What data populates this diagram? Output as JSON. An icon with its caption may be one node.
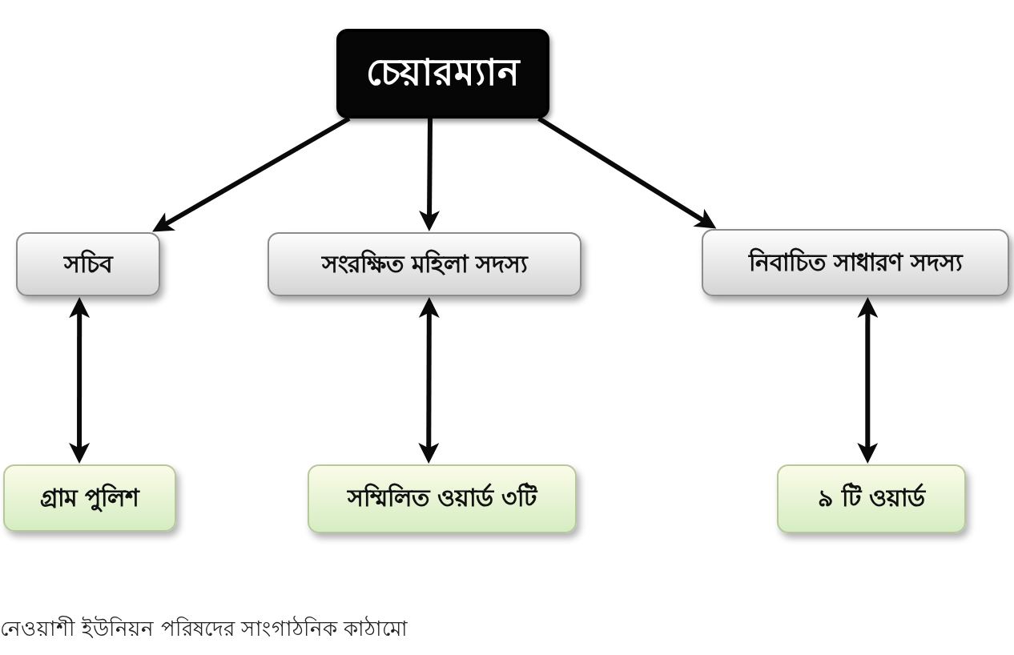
{
  "diagram": {
    "caption": "নেওয়াশী ইউনিয়ন পরিষদের সাংগাঠনিক কাঠামো",
    "nodes": [
      {
        "text": [
          "চেয়ারম্যান"
        ]
      },
      {
        "text": [
          "সচিব"
        ]
      },
      {
        "text": [
          "সংরক্ষিত মহিলা সদস্য"
        ]
      },
      {
        "text": [
          "নিবাচিত সাধারণ সদস্য"
        ]
      },
      {
        "text": [
          "গ্রাম পুলিশ"
        ]
      },
      {
        "text": [
          "সম্মিলিত ওয়ার্ড ৩টি"
        ]
      },
      {
        "text": [
          "৯ টি ওয়ার্ড"
        ]
      }
    ],
    "edges": [
      {
        "from": 0,
        "to": 1,
        "arrow": "to"
      },
      {
        "from": 0,
        "to": 2,
        "arrow": "to"
      },
      {
        "from": 0,
        "to": 3,
        "arrow": "to"
      },
      {
        "from": 1,
        "to": 4,
        "arrow": "both"
      },
      {
        "from": 2,
        "to": 5,
        "arrow": "both"
      },
      {
        "from": 3,
        "to": 6,
        "arrow": "both"
      }
    ]
  }
}
